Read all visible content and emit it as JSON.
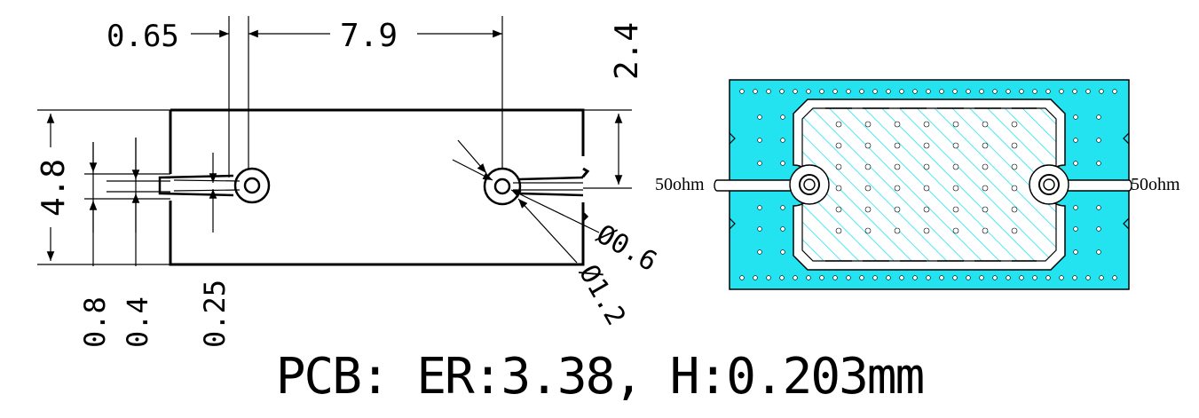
{
  "dimensions": {
    "d065": "0.65",
    "d79": "7.9",
    "d24": "2.4",
    "d48": "4.8",
    "d08": "0.8",
    "d04": "0.4",
    "d025": "0.25",
    "phi06": "Ø0.6",
    "phi12": "Ø1.2"
  },
  "labels": {
    "port_left": "50ohm",
    "port_right": "50ohm"
  },
  "caption": "PCB: ER:3.38, H:0.203mm",
  "colors": {
    "substrate": "#22e3ef",
    "metal": "#ffffff",
    "line": "#000000",
    "hatch": "#22e3ef"
  }
}
